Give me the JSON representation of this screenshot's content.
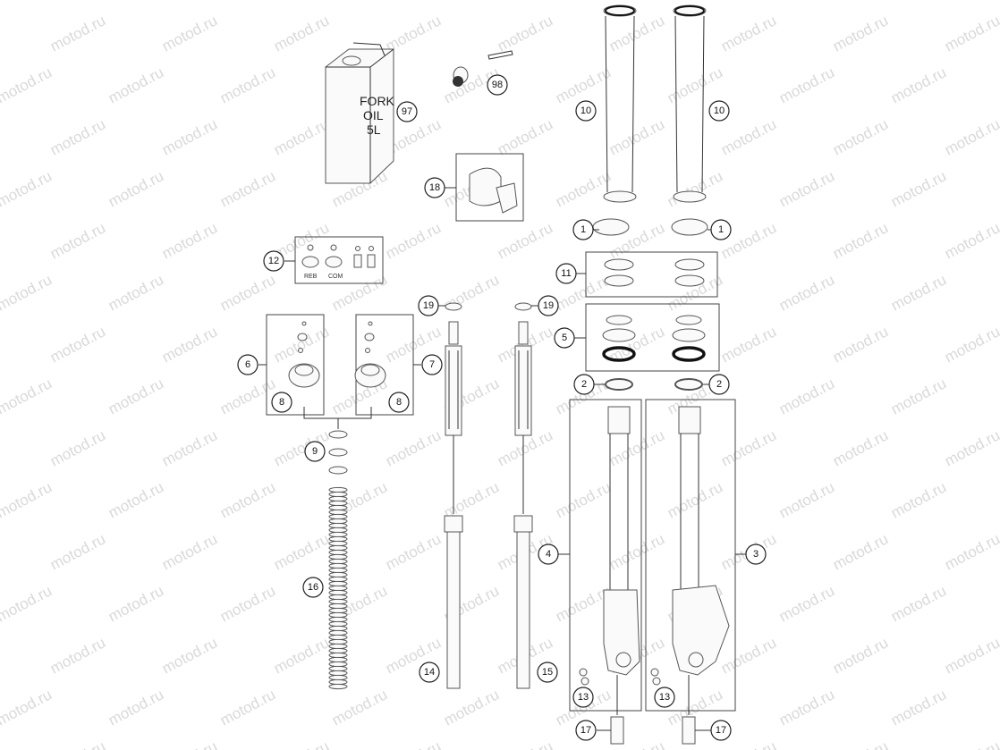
{
  "watermark": "motod.ru",
  "diagram": {
    "fork_oil_can": {
      "line1": "FORK",
      "line2": "OIL",
      "line3": "5L"
    },
    "kit_labels": {
      "rebound": "REB",
      "compression": "COM"
    },
    "callouts": {
      "c97": "97",
      "c98": "98",
      "c18": "18",
      "c12": "12",
      "c6": "6",
      "c7": "7",
      "c8a": "8",
      "c8b": "8",
      "c9": "9",
      "c16": "16",
      "c19a": "19",
      "c19b": "19",
      "c14": "14",
      "c15": "15",
      "c10a": "10",
      "c10b": "10",
      "c1a": "1",
      "c1b": "1",
      "c11": "11",
      "c5": "5",
      "c2a": "2",
      "c2b": "2",
      "c4": "4",
      "c3": "3",
      "c13a": "13",
      "c13b": "13",
      "c17a": "17",
      "c17b": "17"
    }
  }
}
